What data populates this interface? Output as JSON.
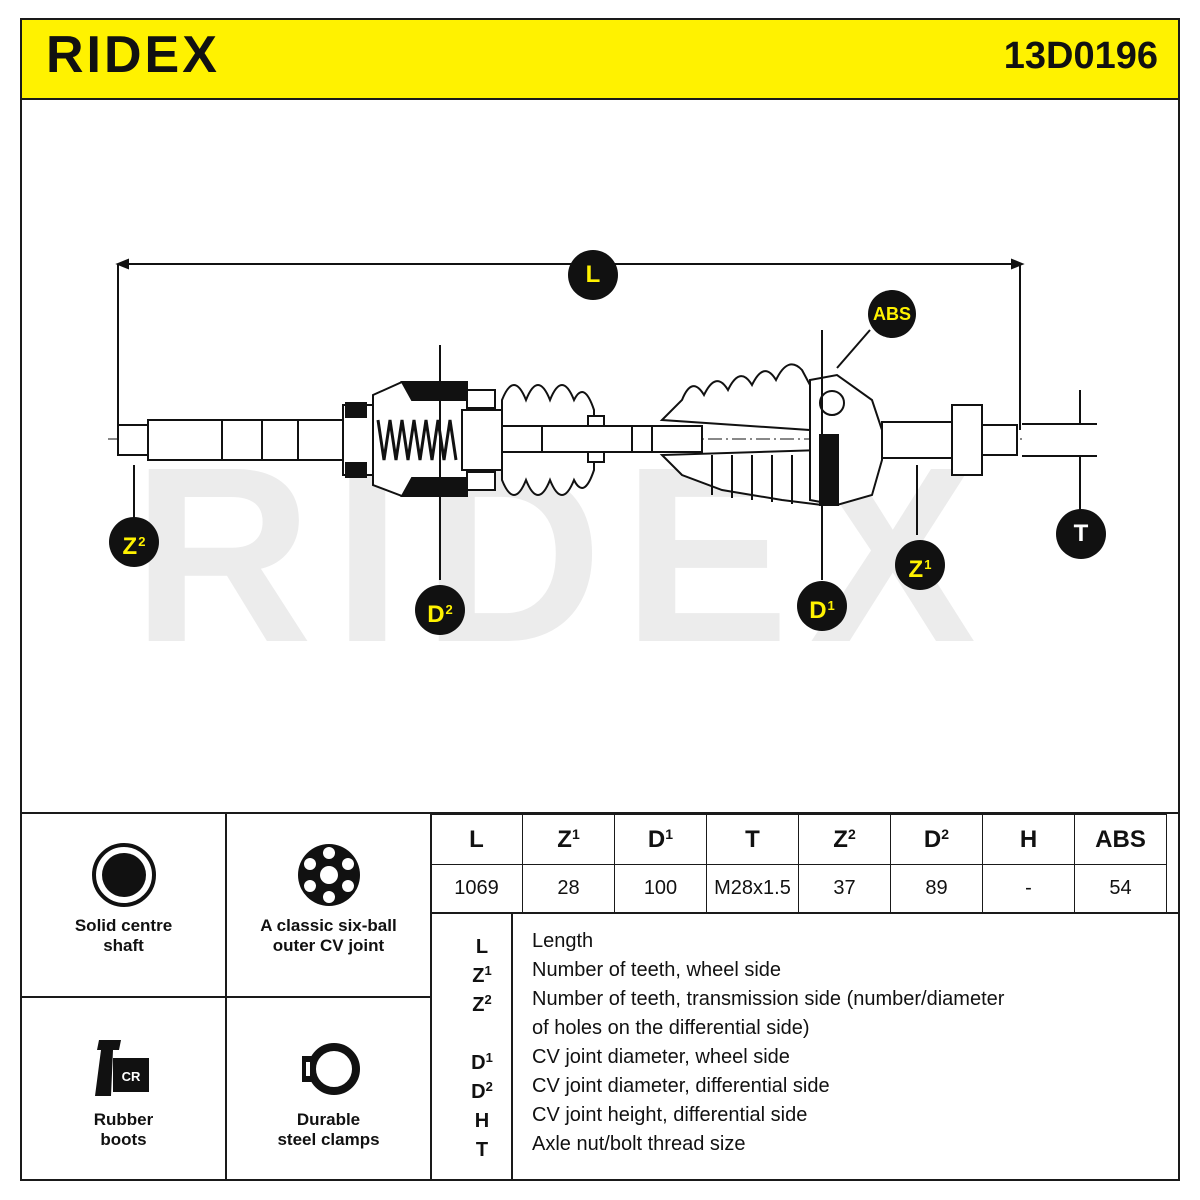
{
  "header": {
    "brand": "RIDEX",
    "part_number": "13D0196"
  },
  "drawing": {
    "watermark": "RIDEX",
    "badges": {
      "L": "L",
      "ABS": "ABS",
      "Z2": "Z",
      "D2": "D",
      "D1": "D",
      "Z1": "Z",
      "T": "T",
      "sup1": "1",
      "sup2": "2"
    }
  },
  "features": [
    {
      "label_line1": "Solid centre",
      "label_line2": "shaft",
      "icon": "solid-shaft-icon"
    },
    {
      "label_line1": "A classic six-ball",
      "label_line2": "outer CV joint",
      "icon": "six-ball-joint-icon"
    },
    {
      "label_line1": "Rubber",
      "label_line2": "boots",
      "icon": "rubber-boot-cr-icon",
      "icon_text": "CR"
    },
    {
      "label_line1": "Durable",
      "label_line2": "steel clamps",
      "icon": "steel-clamp-icon"
    }
  ],
  "spec_table": {
    "headers": [
      {
        "base": "L",
        "sup": ""
      },
      {
        "base": "Z",
        "sup": "1"
      },
      {
        "base": "D",
        "sup": "1"
      },
      {
        "base": "T",
        "sup": ""
      },
      {
        "base": "Z",
        "sup": "2"
      },
      {
        "base": "D",
        "sup": "2"
      },
      {
        "base": "H",
        "sup": ""
      },
      {
        "base": "ABS",
        "sup": ""
      }
    ],
    "values": [
      "1069",
      "28",
      "100",
      "M28x1.5",
      "37",
      "89",
      "-",
      "54"
    ]
  },
  "legend": [
    {
      "key": "L",
      "sup": "",
      "text": "Length"
    },
    {
      "key": "Z",
      "sup": "1",
      "text": "Number of teeth, wheel side"
    },
    {
      "key": "Z",
      "sup": "2",
      "text": "Number of teeth, transmission side (number/diameter"
    },
    {
      "key": "",
      "sup": "",
      "text": "of holes on the differential side)"
    },
    {
      "key": "D",
      "sup": "1",
      "text": "CV joint diameter, wheel side"
    },
    {
      "key": "D",
      "sup": "2",
      "text": "CV joint diameter, differential side"
    },
    {
      "key": "H",
      "sup": "",
      "text": "CV joint height, differential side"
    },
    {
      "key": "T",
      "sup": "",
      "text": "Axle nut/bolt thread size"
    }
  ],
  "colors": {
    "brand_yellow": "#fff200",
    "ink": "#111111"
  }
}
